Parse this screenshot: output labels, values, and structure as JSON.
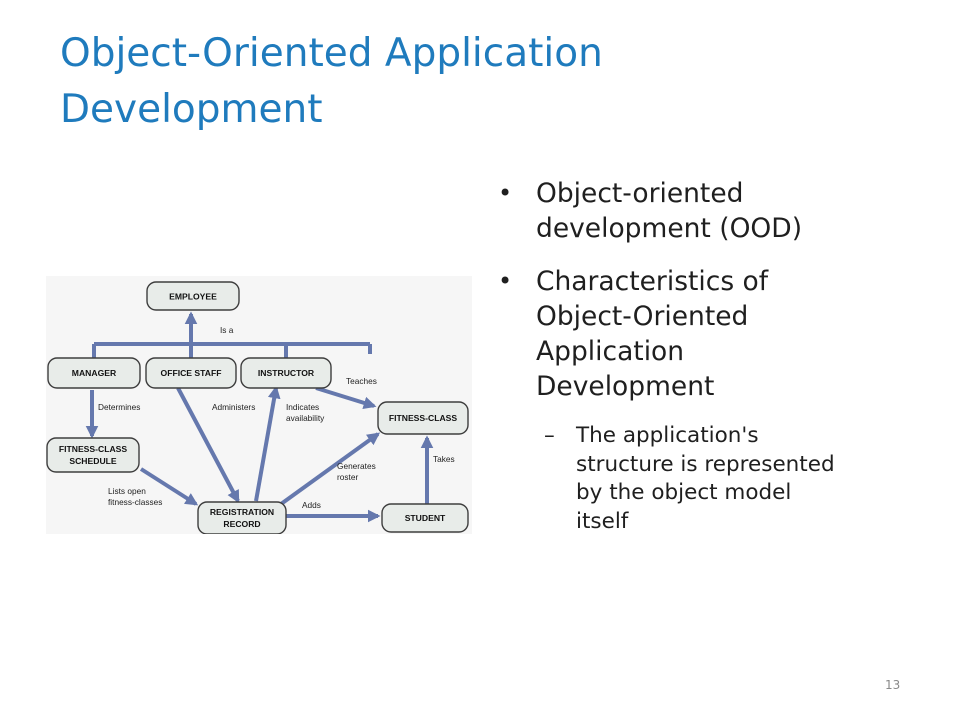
{
  "slide": {
    "title_line1": "Object-Oriented Application",
    "title_line2": "Development",
    "page_number": "13"
  },
  "bullets": [
    {
      "lines": [
        "Object-oriented",
        "development (OOD)"
      ]
    },
    {
      "lines": [
        "Characteristics of",
        "Object-Oriented",
        "Application",
        "Development"
      ]
    }
  ],
  "sub_bullet": {
    "marker": "–",
    "lines": [
      "The application's",
      "structure is represented",
      "by the object model",
      "itself"
    ]
  },
  "diagram": {
    "nodes": {
      "employee": "EMPLOYEE",
      "manager": "MANAGER",
      "office_staff": "OFFICE STAFF",
      "instructor": "INSTRUCTOR",
      "fitness_class": "FITNESS-CLASS",
      "schedule_line1": "FITNESS-CLASS",
      "schedule_line2": "SCHEDULE",
      "registration_line1": "REGISTRATION",
      "registration_line2": "RECORD",
      "student": "STUDENT"
    },
    "edges": {
      "is_a": "Is a",
      "teaches": "Teaches",
      "determines": "Determines",
      "administers": "Administers",
      "indicates_1": "Indicates",
      "indicates_2": "availability",
      "generates_1": "Generates",
      "generates_2": "roster",
      "takes": "Takes",
      "lists_1": "Lists open",
      "lists_2": "fitness-classes",
      "adds": "Adds"
    }
  }
}
